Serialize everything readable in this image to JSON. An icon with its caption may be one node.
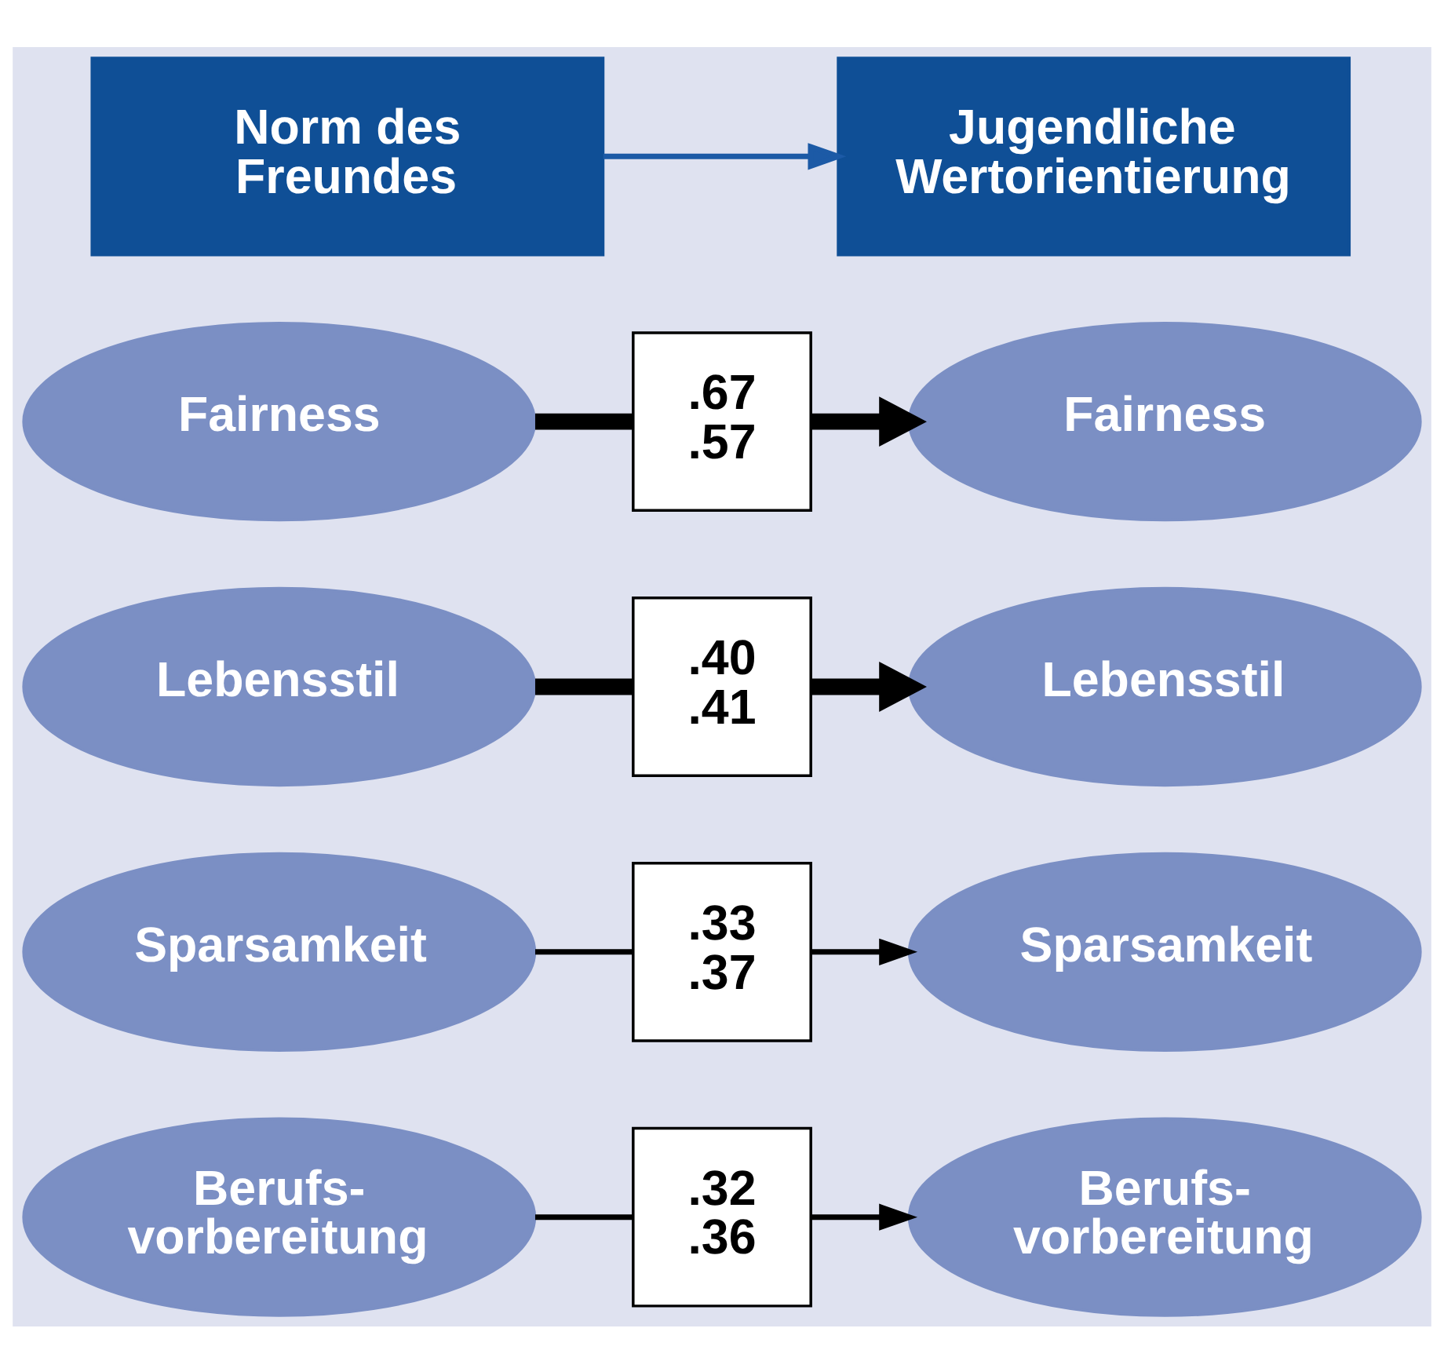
{
  "diagram": {
    "nodes": [
      {
        "text": [
          "Norm des Freundes"
        ]
      },
      {
        "text": [
          "Jugendliche Wertorientierung"
        ]
      },
      {
        "text": [
          "Fairness"
        ]
      },
      {
        "text": [
          ".67 .57"
        ]
      },
      {
        "text": [
          "Fairness"
        ]
      },
      {
        "text": [
          "Lebensstil"
        ]
      },
      {
        "text": [
          ".40 .41"
        ]
      },
      {
        "text": [
          "Lebensstil"
        ]
      },
      {
        "text": [
          "Sparsamkeit"
        ]
      },
      {
        "text": [
          ".33 .37"
        ]
      },
      {
        "text": [
          "Sparsamkeit"
        ]
      },
      {
        "text": [
          "Berufs- vorbereitung"
        ]
      },
      {
        "text": [
          ".32 .36"
        ]
      },
      {
        "text": [
          "Berufs- vorbereitung"
        ]
      }
    ],
    "edges": [
      {
        "from": 0,
        "to": 1,
        "arrow": "to",
        "color": "#1c5aa6"
      },
      {
        "from": 2,
        "to": 3,
        "arrow": "none",
        "style": "thick"
      },
      {
        "from": 3,
        "to": 4,
        "arrow": "to",
        "style": "thick"
      },
      {
        "from": 5,
        "to": 6,
        "arrow": "none",
        "style": "thick"
      },
      {
        "from": 6,
        "to": 7,
        "arrow": "to",
        "style": "thick"
      },
      {
        "from": 8,
        "to": 9,
        "arrow": "none"
      },
      {
        "from": 9,
        "to": 10,
        "arrow": "to"
      },
      {
        "from": 11,
        "to": 12,
        "arrow": "none"
      },
      {
        "from": 12,
        "to": 13,
        "arrow": "to"
      }
    ]
  }
}
